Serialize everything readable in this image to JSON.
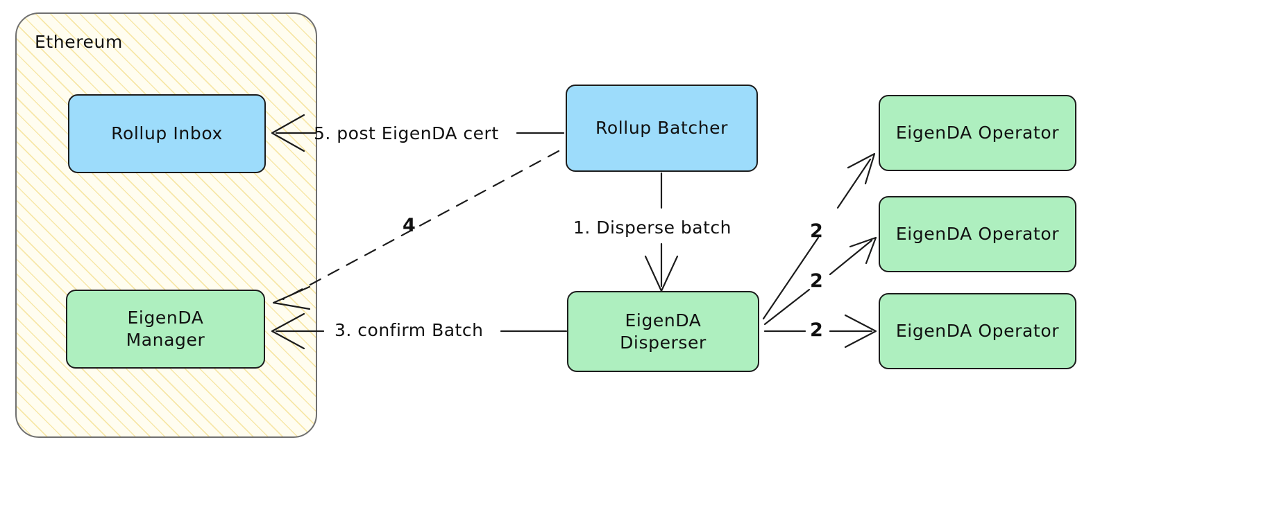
{
  "diagram": {
    "title_visible": false,
    "type": "flowchart",
    "colors": {
      "blue_fill": "#9ddcfb",
      "green_fill": "#aeefbf",
      "node_stroke": "#1c1c1c",
      "cluster_stroke": "#6f6f6f",
      "cluster_hatch": "#f7e7a8",
      "cluster_bg": "#fffdf0",
      "edge_stroke": "#1c1c1c",
      "text": "#111111",
      "page_bg": "#ffffff"
    },
    "cluster": {
      "label": "Ethereum"
    },
    "nodes": [
      {
        "id": "rollup-inbox",
        "label": "Rollup Inbox",
        "fill": "blue"
      },
      {
        "id": "eigenda-manager",
        "label": "EigenDA\nManager",
        "fill": "green"
      },
      {
        "id": "rollup-batcher",
        "label": "Rollup Batcher",
        "fill": "blue"
      },
      {
        "id": "eigenda-disperser",
        "label": "EigenDA\nDisperser",
        "fill": "green"
      },
      {
        "id": "eigenda-operator-1",
        "label": "EigenDA Operator",
        "fill": "green"
      },
      {
        "id": "eigenda-operator-2",
        "label": "EigenDA Operator",
        "fill": "green"
      },
      {
        "id": "eigenda-operator-3",
        "label": "EigenDA Operator",
        "fill": "green"
      }
    ],
    "node_labels": {
      "rollup_inbox": "Rollup Inbox",
      "eigenda_manager_line1": "EigenDA",
      "eigenda_manager_line2": "Manager",
      "rollup_batcher": "Rollup Batcher",
      "eigenda_disperser_line1": "EigenDA",
      "eigenda_disperser_line2": "Disperser",
      "eigenda_operator_1": "EigenDA Operator",
      "eigenda_operator_2": "EigenDA Operator",
      "eigenda_operator_3": "EigenDA Operator"
    },
    "edges": [
      {
        "id": "e1",
        "from": "rollup-batcher",
        "to": "eigenda-disperser",
        "label": "1. Disperse batch",
        "style": "solid"
      },
      {
        "id": "e2a",
        "from": "eigenda-disperser",
        "to": "eigenda-operator-1",
        "label": "2",
        "style": "solid"
      },
      {
        "id": "e2b",
        "from": "eigenda-disperser",
        "to": "eigenda-operator-2",
        "label": "2",
        "style": "solid"
      },
      {
        "id": "e2c",
        "from": "eigenda-disperser",
        "to": "eigenda-operator-3",
        "label": "2",
        "style": "solid"
      },
      {
        "id": "e3",
        "from": "eigenda-disperser",
        "to": "eigenda-manager",
        "label": "3. confirm Batch",
        "style": "solid"
      },
      {
        "id": "e4",
        "from": "rollup-batcher",
        "to": "eigenda-manager",
        "label": "4",
        "style": "dashed"
      },
      {
        "id": "e5",
        "from": "rollup-batcher",
        "to": "rollup-inbox",
        "label": "5. post EigenDA cert",
        "style": "solid"
      }
    ],
    "edge_labels": {
      "disperse_batch": "1. Disperse batch",
      "store_2_a": "2",
      "store_2_b": "2",
      "store_2_c": "2",
      "confirm_batch": "3. confirm Batch",
      "step_four": "4",
      "post_cert": "5. post EigenDA cert"
    }
  }
}
